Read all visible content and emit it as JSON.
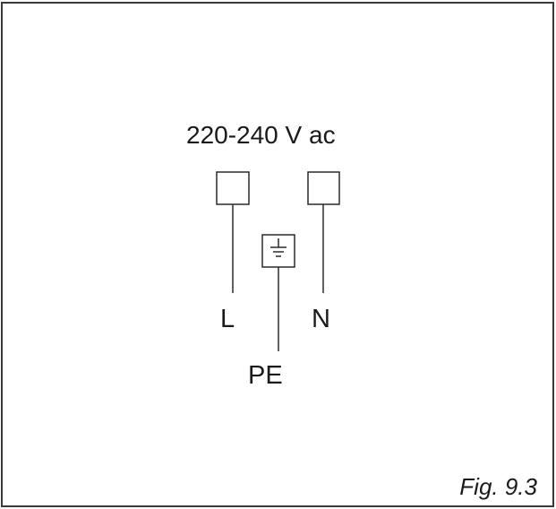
{
  "diagram": {
    "supply_label": "220-240 V ac",
    "terminals": [
      {
        "id": "live",
        "label": "L"
      },
      {
        "id": "earth",
        "label": "PE",
        "icon": "ground-icon"
      },
      {
        "id": "neutral",
        "label": "N"
      }
    ],
    "figure_caption": "Fig. 9.3"
  }
}
